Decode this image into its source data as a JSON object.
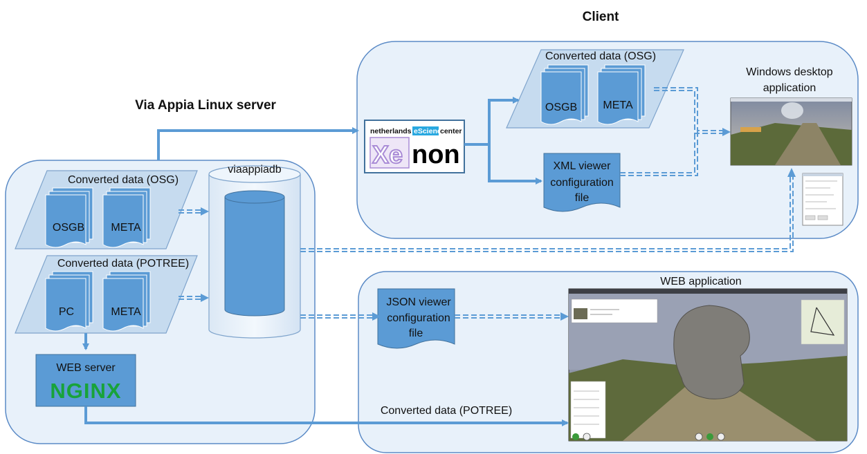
{
  "titles": {
    "client": "Client",
    "server": "Via Appia Linux server"
  },
  "server": {
    "osg_label": "Converted data (OSG)",
    "osg_items": [
      "OSGB",
      "META"
    ],
    "potree_label": "Converted data (POTREE)",
    "potree_items": [
      "PC",
      "META"
    ],
    "db_label": "viaappiadb",
    "web_server_label": "WEB server",
    "web_server_logo": "NGINX"
  },
  "client": {
    "xenon_logo": {
      "line1_a": "netherlands",
      "line1_b": "eScience",
      "line1_c": "center",
      "xe": "Xe",
      "non": "non"
    },
    "osg_label": "Converted data (OSG)",
    "osg_items": [
      "OSGB",
      "META"
    ],
    "xml_doc": [
      "XML viewer",
      "configuration",
      "file"
    ],
    "desktop_label": [
      "Windows desktop",
      "application"
    ],
    "web_label": "WEB application",
    "json_doc": [
      "JSON viewer",
      "configuration",
      "file"
    ],
    "potree_flow_label": "Converted data (POTREE)"
  },
  "colors": {
    "panel_fill": "#e8f1fa",
    "panel_stroke": "#5a8ac6",
    "doc_fill": "#5b9bd5",
    "doc_stroke": "#41719c",
    "arrow": "#5b9bd5"
  }
}
